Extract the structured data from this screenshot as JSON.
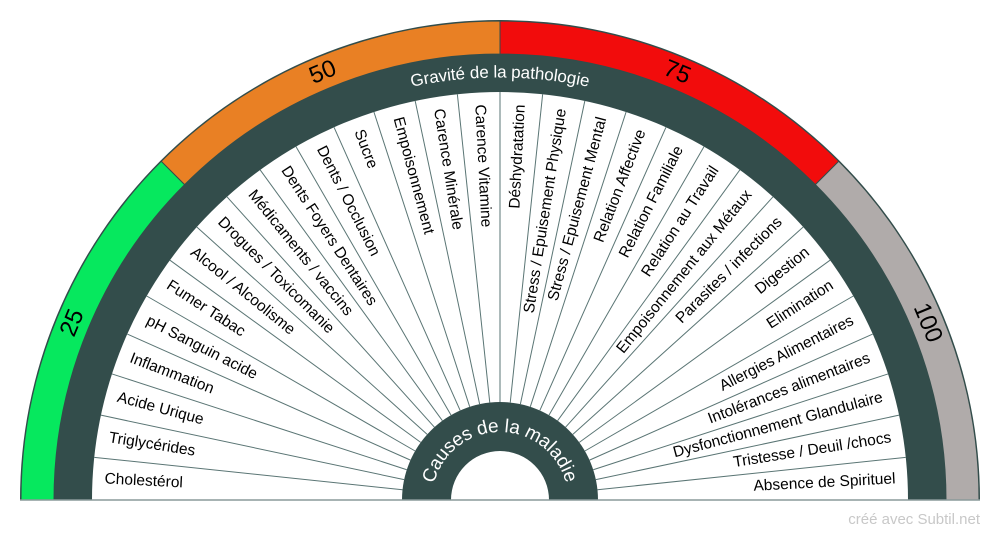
{
  "title": "Gravité de la pathologie",
  "center_title": "Causes de la maladie",
  "scale": [
    {
      "label": "25",
      "color": "#06e85e"
    },
    {
      "label": "50",
      "color": "#e98024"
    },
    {
      "label": "75",
      "color": "#f20c0c"
    },
    {
      "label": "100",
      "color": "#b0abaa"
    }
  ],
  "colors": {
    "ring": "#334d4b",
    "divider": "#5a7574"
  },
  "causes": [
    "Cholestérol",
    "Triglycérides",
    "Acide Urique",
    "Inflammation",
    "pH Sanguin acide",
    "Fumer Tabac",
    "Alcool / Alcoolisme",
    "Drogues / Toxicomanie",
    "Médicaments / vaccins",
    "Dents Foyers Dentaires",
    "Dents / Occlusion",
    "Sucre",
    "Empoisonnement",
    "Carence  Minérale",
    "Carence Vitamine",
    "Déshydratation",
    "Stress / Epuisement Physique",
    "Stress / Epuisement Mental",
    "Relation Affective",
    "Relation Familiale",
    "Relation  au Travail",
    "Empoisonnement aux Métaux",
    "Parasites / infections",
    "Digestion",
    "Elimination",
    "Allergies Alimentaires",
    "Intolérances alimentaires",
    "Dysfonctionnement Glandulaire",
    "Tristesse / Deuil /chocs",
    "Absence de Spirituel"
  ],
  "watermark": "créé avec Subtil.net"
}
